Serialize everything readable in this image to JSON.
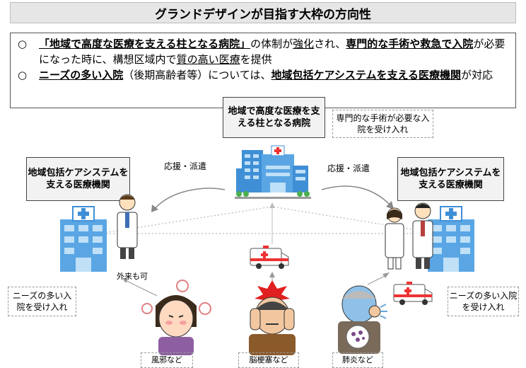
{
  "title": "グランドデザインが目指す大枠の方向性",
  "bullets": [
    {
      "marker": "○",
      "parts": [
        {
          "t": "「地域で高度な医療を支える柱となる病院」",
          "s": "ub"
        },
        {
          "t": "の体制が",
          "s": "n"
        },
        {
          "t": "強化",
          "s": "u"
        },
        {
          "t": "され、",
          "s": "n"
        },
        {
          "t": "専門的な手術や救急で入院",
          "s": "ub"
        },
        {
          "t": "が必要になった時に、構想区域内で",
          "s": "n"
        },
        {
          "t": "質の高い医療",
          "s": "u"
        },
        {
          "t": "を提供",
          "s": "n"
        }
      ]
    },
    {
      "marker": "○",
      "parts": [
        {
          "t": "ニーズの多い入院",
          "s": "ub"
        },
        {
          "t": "（後期高齢者等）については、",
          "s": "n"
        },
        {
          "t": "地域包括ケアシステムを支える医療機関",
          "s": "ub"
        },
        {
          "t": "が対応",
          "s": "n"
        }
      ]
    }
  ],
  "center_box": "地域で高度な医療を支える柱となる病院",
  "center_note": "専門的な手術が必要な入院を受け入れ",
  "left_box": "地域包括ケアシステムを支える医療機関",
  "right_box": "地域包括ケアシステムを支える医療機関",
  "support_left": "応援・派遣",
  "support_right": "応援・派遣",
  "outpatient": "外来も可",
  "left_note": "ニーズの多い入院を受け入れ",
  "right_note": "ニーズの多い入院を受け入れ",
  "patients": [
    {
      "label": "風邪など"
    },
    {
      "label": "脳梗塞など"
    },
    {
      "label": "肺炎など"
    }
  ],
  "colors": {
    "hospital_blue": "#3f8fd6",
    "hospital_light": "#bfe0f7",
    "box_fill": "#f2f2f2",
    "title_fill": "#e6e6e6"
  }
}
